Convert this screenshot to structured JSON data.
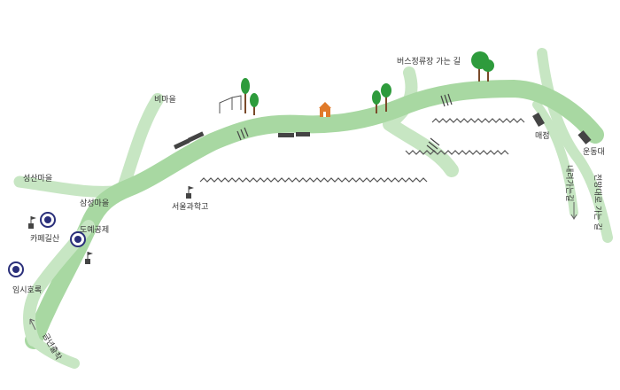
{
  "colors": {
    "path": "#a8d8a2",
    "path_light": "#c7e6c3",
    "tree_green": "#2e9b3c",
    "tree_trunk": "#7a4a2a",
    "marker_navy": "#2a2f7a",
    "house": "#e07a2a",
    "dark": "#444444",
    "fence": "#555555"
  },
  "labels": {
    "top_left": "비마을",
    "west_village": "성산마을",
    "junction": "삼성마을",
    "cafe": "카페길산",
    "pass": "도예공제",
    "market": "임시호록",
    "bottom_left": "금년출착",
    "school": "서울과학고",
    "bus_stop": "버스정류장 가는 길",
    "shop": "매점",
    "restroom": "운동대",
    "down_right_1": "내려가는길",
    "down_right_2": "전망대로 가는 길"
  },
  "icons": {
    "tree": "tree-icon",
    "house": "house-icon",
    "bench": "bench-icon",
    "flag": "flag-icon",
    "circle_marker": "circle-marker-icon",
    "gym": "exercise-bar-icon",
    "steps": "steps-icon"
  }
}
